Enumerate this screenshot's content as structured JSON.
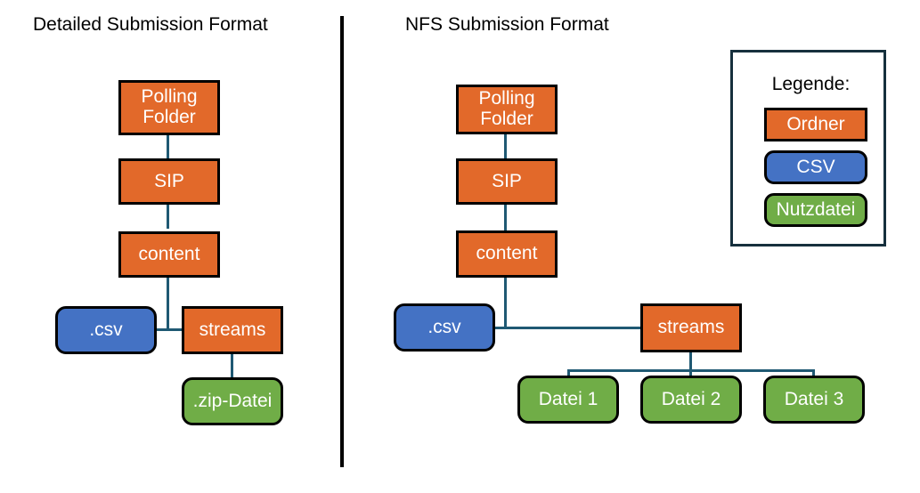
{
  "panels": {
    "left": {
      "title": "Detailed Submission Format"
    },
    "right": {
      "title": "NFS Submission Format"
    }
  },
  "left_tree": {
    "polling_folder": "Polling\nFolder",
    "polling_folder_line1": "Polling",
    "polling_folder_line2": "Folder",
    "sip": "SIP",
    "content": "content",
    "csv": ".csv",
    "streams": "streams",
    "zip": ".zip-Datei"
  },
  "right_tree": {
    "polling_folder_line1": "Polling",
    "polling_folder_line2": "Folder",
    "sip": "SIP",
    "content": "content",
    "csv": ".csv",
    "streams": "streams",
    "datei1": "Datei 1",
    "datei2": "Datei 2",
    "datei3": "Datei 3"
  },
  "legend": {
    "title": "Legende:",
    "items": [
      {
        "label": "Ordner",
        "type": "folder",
        "color": "#E2692A"
      },
      {
        "label": "CSV",
        "type": "csv",
        "color": "#4472C4"
      },
      {
        "label": "Nutzdatei",
        "type": "payload",
        "color": "#70AD47"
      }
    ]
  },
  "colors": {
    "folder": "#E2692A",
    "csv": "#4472C4",
    "payload": "#70AD47",
    "connector": "#1F5973",
    "divider": "#000000",
    "legend_border": "#16303D",
    "text_on_node": "#FFFFFF",
    "text": "#000000",
    "background": "#FFFFFF"
  }
}
